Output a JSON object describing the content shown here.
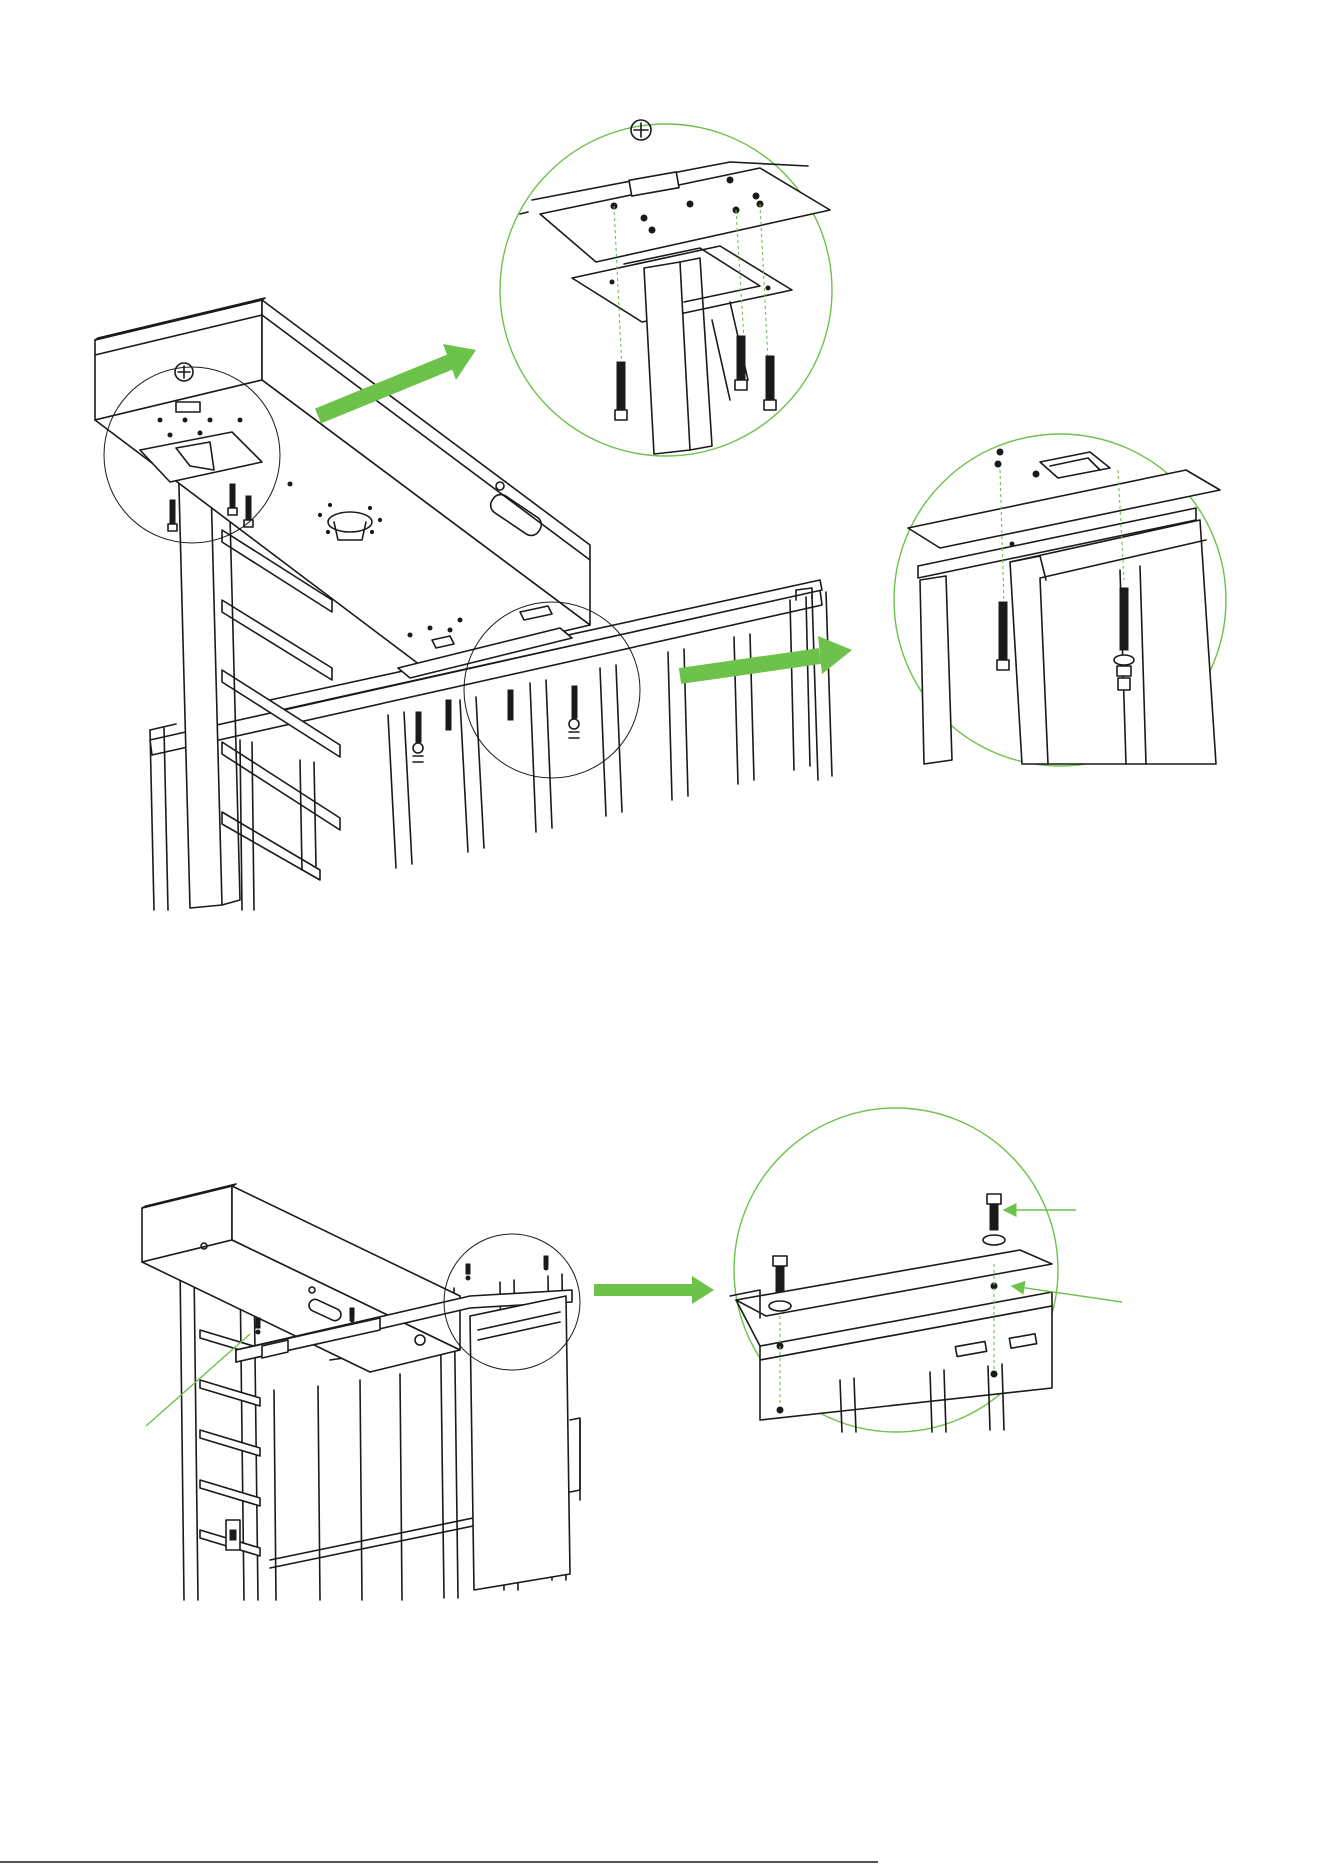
{
  "colors": {
    "accent": "#6cc24a",
    "line": "#1a1a1a",
    "background": "#ffffff"
  },
  "figure_top": {
    "components": [
      "top-cover-box",
      "vertical-post",
      "ladder-bars",
      "fence-panel",
      "mounting-bolts"
    ],
    "detail_views": [
      "post-bracket-detail",
      "panel-bolt-detail"
    ],
    "arrows": 2
  },
  "figure_bottom": {
    "components": [
      "turnstile-top-assembly",
      "side-plate",
      "screw",
      "washer"
    ],
    "detail_views": [
      "plate-screw-detail"
    ],
    "arrows": 1,
    "callout_lines": 3
  }
}
